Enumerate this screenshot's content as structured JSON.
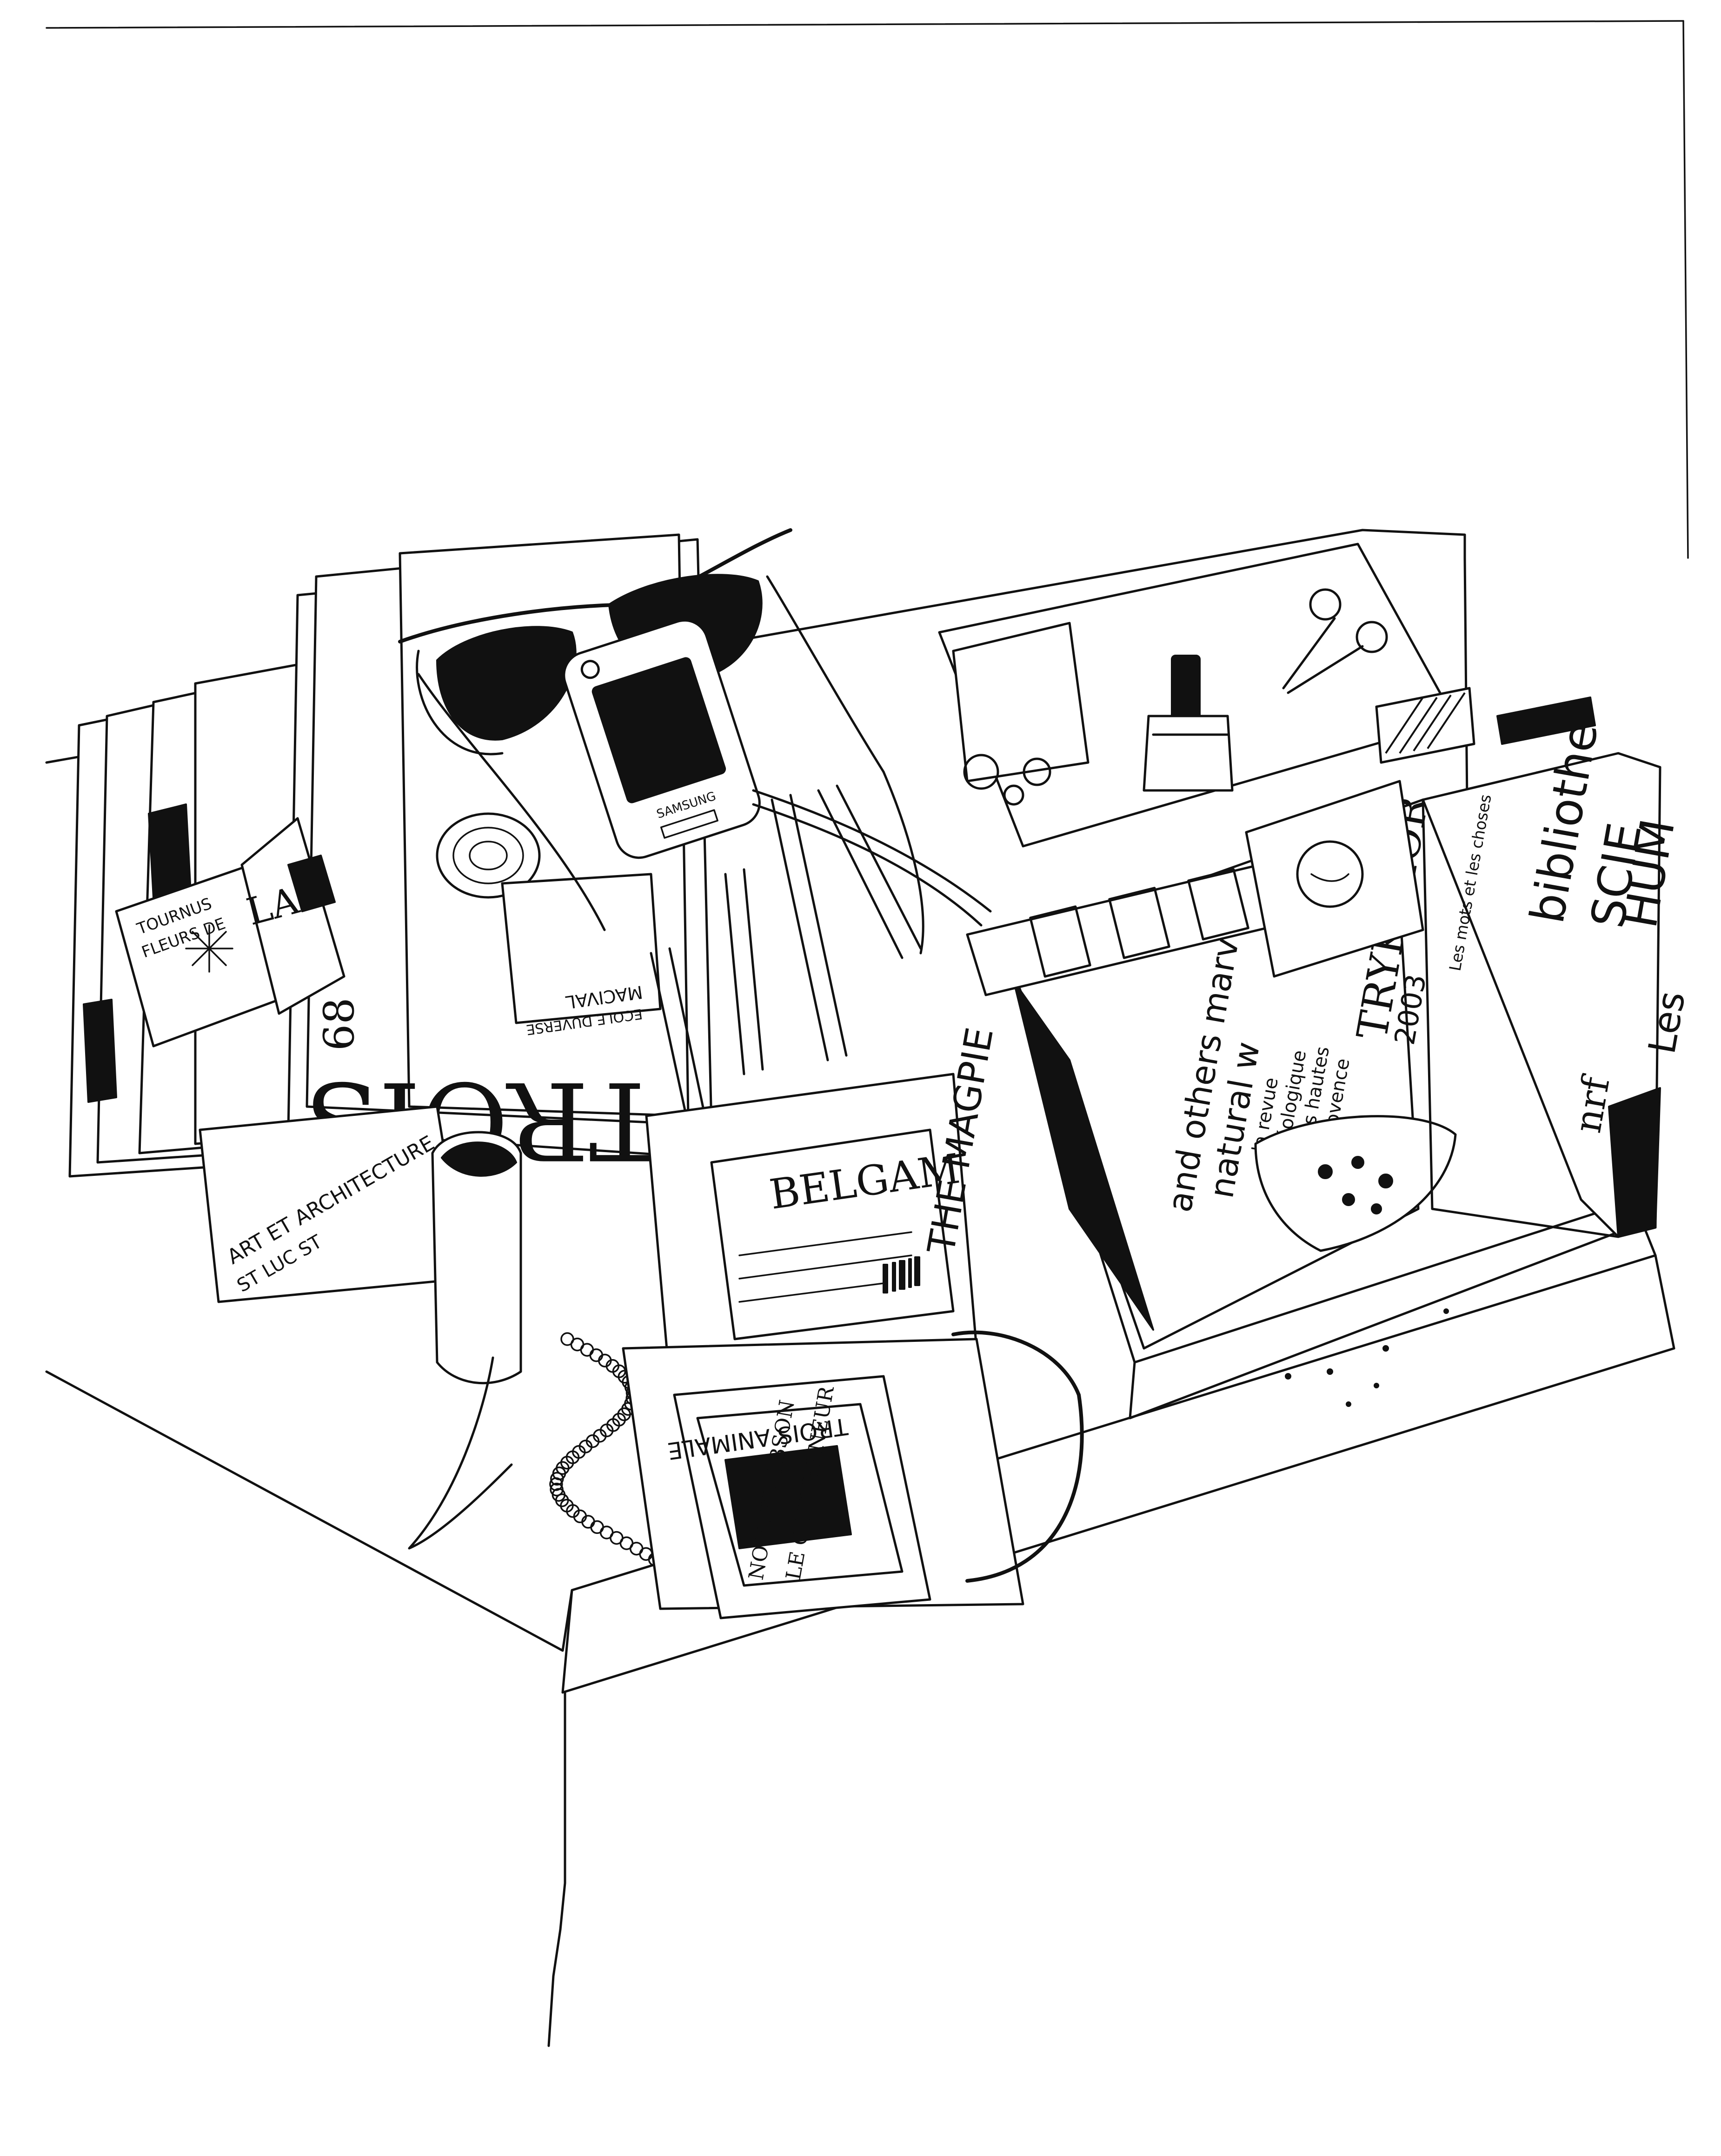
{
  "colors": {
    "paper": "#ffffff",
    "ink": "#111111"
  },
  "labels": {
    "trois": "TROIS",
    "trois_issue": "68",
    "belgam": "BELGAM",
    "the_magpie": "THE MAGPIE",
    "bibliotheque": "bibliothe",
    "sciences": "SCIE",
    "humaines": "HUM",
    "les": "Les",
    "nrf": "nrf",
    "and_others": "and others marv",
    "natural_w": "natural w",
    "tryk_dior": "TRYK DIOR",
    "year": "2003",
    "la_revue": "la revue",
    "geologique": "géologique",
    "des_hautes": "des hautes",
    "provence": "Provence",
    "art_et_architecture": "ART ET ARCHITECTURE",
    "st_luc": "ST LUC ST",
    "marival": "MACIVAL",
    "dutuprol": "ECOLE DUVERSE",
    "samsung": "SAMSUNG",
    "nouvel_obs": "NOUVEL OBSON",
    "le_gouverneur": "LE GOUVERNEUR",
    "trois_animale": "TROIS ANIMALE",
    "fleurs": "FLEURS DE",
    "tournus": "TOURNUS",
    "les_mots": "Les mots et les choses",
    "la": "LA"
  },
  "icons": [
    "sunglasses-icon",
    "mobile-phone-icon",
    "nail-polish-icon",
    "scissors-icon"
  ]
}
